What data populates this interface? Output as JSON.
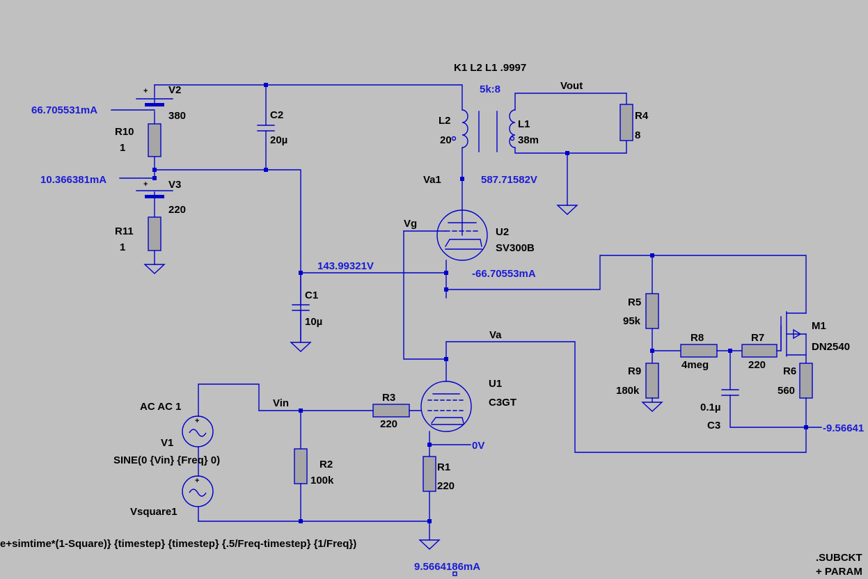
{
  "directive": {
    "coupling": "K1 L2 L1 .9997",
    "ratio": "5k:8",
    "pwl": "e+simtime*(1-Square)} {timestep} {timestep} {.5/Freq-timestep} {1/Freq})",
    "subckt": ".SUBCKT",
    "param": "+ PARAM"
  },
  "labels": {
    "v2": "V2",
    "v2_value": "380",
    "r10": "R10",
    "r10_value": "1",
    "v3": "V3",
    "v3_value": "220",
    "r11": "R11",
    "r11_value": "1",
    "c2": "C2",
    "c2_value": "20µ",
    "c1": "C1",
    "c1_value": "10µ",
    "l2": "L2",
    "l2_value": "20",
    "l1": "L1",
    "l1_value": "38m",
    "vout": "Vout",
    "r4": "R4",
    "r4_value": "8",
    "va1": "Va1",
    "vg": "Vg",
    "u2": "U2",
    "u2_model": "SV300B",
    "r5": "R5",
    "r5_value": "95k",
    "r9": "R9",
    "r9_value": "180k",
    "r8": "R8",
    "r8_value": "4meg",
    "r7": "R7",
    "r7_value": "220",
    "m1": "M1",
    "m1_model": "DN2540",
    "r6": "R6",
    "r6_value": "560",
    "c3": "C3",
    "c3_value": "0.1µ",
    "va": "Va",
    "u1": "U1",
    "u1_model": "C3GT",
    "vin": "Vin",
    "r3": "R3",
    "r3_value": "220",
    "r2": "R2",
    "r2_value": "100k",
    "r1": "R1",
    "r1_value": "220",
    "v1_ac": "AC AC 1",
    "v1": "V1",
    "v1_sine": "SINE(0 {Vin} {Freq} 0)",
    "vsquare": "Vsquare1"
  },
  "annotations": {
    "i_v2": "66.705531mA",
    "i_v3": "10.366381mA",
    "v_va1": "587.71582V",
    "v_node": "143.99321V",
    "i_u2": "-66.70553mA",
    "v_cathode": "0V",
    "v_m1": "-9.56641",
    "i_bottom": "9.5664186mA"
  },
  "colors": {
    "background": "#c0c0c0",
    "wire": "#0000cc",
    "annotation": "#1a1ad6",
    "text": "#000000"
  }
}
